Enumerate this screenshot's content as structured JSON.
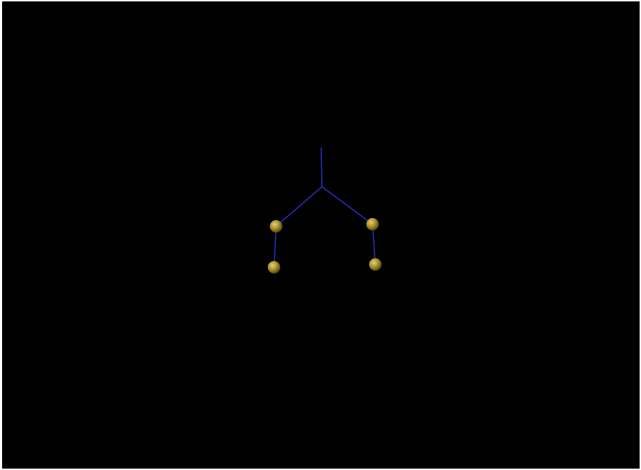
{
  "scene": {
    "background_color": "#000000",
    "bone_color": "#2a2ec0",
    "joint_color": "#a8902a",
    "joint_highlight_color": "#e8d070",
    "joint_shadow_color": "#5a4a10",
    "bones": [
      {
        "name": "spine"
      },
      {
        "name": "left-upper-leg"
      },
      {
        "name": "right-upper-leg"
      },
      {
        "name": "left-lower-leg"
      },
      {
        "name": "right-lower-leg"
      }
    ],
    "joints": [
      {
        "name": "left-knee"
      },
      {
        "name": "left-foot"
      },
      {
        "name": "right-knee"
      },
      {
        "name": "right-foot"
      }
    ]
  }
}
